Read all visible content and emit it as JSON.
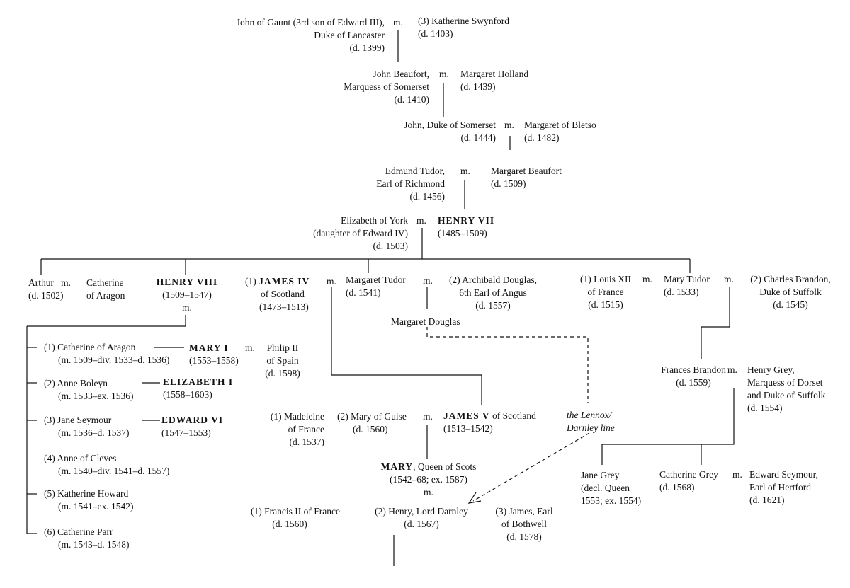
{
  "gaunt": {
    "line1": "John of Gaunt (3rd son of Edward III),",
    "line2": "Duke of Lancaster",
    "line3": "(d. 1399)"
  },
  "m_gaunt": "m.",
  "swynford": {
    "line1": "(3) Katherine Swynford",
    "line2": "(d. 1403)"
  },
  "jbeaufort": {
    "line1": "John Beaufort,",
    "line2": "Marquess of Somerset",
    "line3": "(d. 1410)"
  },
  "m_jbeaufort": "m.",
  "holland": {
    "line1": "Margaret Holland",
    "line2": "(d. 1439)"
  },
  "somerset": {
    "line1": "John, Duke of Somerset",
    "line2": "(d. 1444)"
  },
  "m_somerset": "m.",
  "bletso": {
    "line1": "Margaret of Bletso",
    "line2": "(d. 1482)"
  },
  "etudor": {
    "line1": "Edmund Tudor,",
    "line2": "Earl of Richmond",
    "line3": "(d. 1456)"
  },
  "m_etudor": "m.",
  "mbeaufort": {
    "line1": "Margaret Beaufort",
    "line2": "(d. 1509)"
  },
  "eyork": {
    "line1": "Elizabeth of York",
    "line2": "(daughter of Edward IV)",
    "line3": "(d. 1503)"
  },
  "m_eyork": "m.",
  "henry7": {
    "name": "HENRY VII",
    "line2": "(1485–1509)"
  },
  "arthur": {
    "name": "Arthur",
    "m": "m.",
    "line2": "(d. 1502)"
  },
  "catherine_a": {
    "line1": "Catherine",
    "line2": "of Aragon"
  },
  "henry8": {
    "name": "HENRY VIII",
    "line2": "(1509–1547)",
    "m": "m."
  },
  "james4": {
    "prefix": "(1)",
    "name": "JAMES IV",
    "line2": "of Scotland",
    "line3": "(1473–1513)"
  },
  "m_james4": "m.",
  "mtudor1": {
    "line1": "Margaret Tudor",
    "line2": "(d. 1541)"
  },
  "m_mtudor": "m.",
  "archibald": {
    "line1": "(2) Archibald Douglas,",
    "line2": "6th Earl of Angus",
    "line3": "(d. 1557)"
  },
  "mdouglas": "Margaret Douglas",
  "louis": {
    "line1": "(1) Louis XII",
    "line2": "of France",
    "line3": "(d. 1515)"
  },
  "m_louis": "m.",
  "marytudor": {
    "line1": "Mary Tudor",
    "line2": "(d. 1533)"
  },
  "m_marytudor": "m.",
  "brandon": {
    "line1": "(2) Charles Brandon,",
    "line2": "Duke of Suffolk",
    "line3": "(d. 1545)"
  },
  "wives": [
    {
      "line1": "(1) Catherine of Aragon",
      "line2": "(m. 1509–div. 1533–d. 1536)"
    },
    {
      "line1": "(2) Anne Boleyn",
      "line2": "(m. 1533–ex. 1536)"
    },
    {
      "line1": "(3) Jane Seymour",
      "line2": "(m. 1536–d. 1537)"
    },
    {
      "line1": "(4) Anne of Cleves",
      "line2": "(m. 1540–div. 1541–d. 1557)"
    },
    {
      "line1": "(5) Katherine Howard",
      "line2": "(m. 1541–ex. 1542)"
    },
    {
      "line1": "(6) Catherine Parr",
      "line2": "(m. 1543–d. 1548)"
    }
  ],
  "mary1": {
    "name": "MARY I",
    "line2": "(1553–1558)"
  },
  "m_mary1": "m.",
  "philip": {
    "line1": "Philip II",
    "line2": "of Spain",
    "line3": "(d. 1598)"
  },
  "elizabeth1": {
    "name": "ELIZABETH I",
    "line2": "(1558–1603)"
  },
  "edward6": {
    "name": "EDWARD VI",
    "line2": "(1547–1553)"
  },
  "madeleine": {
    "line1": "(1) Madeleine",
    "line2": "of France",
    "line3": "(d. 1537)"
  },
  "guise": {
    "line1": "(2) Mary of Guise",
    "line2": "(d. 1560)"
  },
  "m_guise": "m.",
  "james5": {
    "name": "JAMES V",
    "suffix": " of Scotland",
    "line2": "(1513–1542)"
  },
  "lennox": {
    "line1": "the Lennox/",
    "line2": "Darnley line"
  },
  "fbrandon": {
    "line1": "Frances Brandon",
    "line2": "(d. 1559)"
  },
  "m_fbrandon": "m.",
  "hgrey": {
    "line1": "Henry Grey,",
    "line2": "Marquess of Dorset",
    "line3": "and Duke of Suffolk",
    "line4": "(d. 1554)"
  },
  "maryqs": {
    "name": "MARY",
    "suffix": ", Queen of Scots",
    "line2": "(1542–68; ex. 1587)",
    "m": "m."
  },
  "francis2": {
    "line1": "(1) Francis II of France",
    "line2": "(d. 1560)"
  },
  "darnley": {
    "line1": "(2) Henry, Lord Darnley",
    "line2": "(d. 1567)"
  },
  "bothwell": {
    "line1": "(3) James, Earl",
    "line2": "of Bothwell",
    "line3": "(d. 1578)"
  },
  "jgrey": {
    "line1": "Jane Grey",
    "line2": "(decl. Queen",
    "line3": "1553; ex. 1554)"
  },
  "cgrey": {
    "line1": "Catherine Grey",
    "line2": "(d. 1568)"
  },
  "m_cgrey": "m.",
  "eseymour": {
    "line1": "Edward Seymour,",
    "line2": "Earl of Hertford",
    "line3": "(d. 1621)"
  }
}
